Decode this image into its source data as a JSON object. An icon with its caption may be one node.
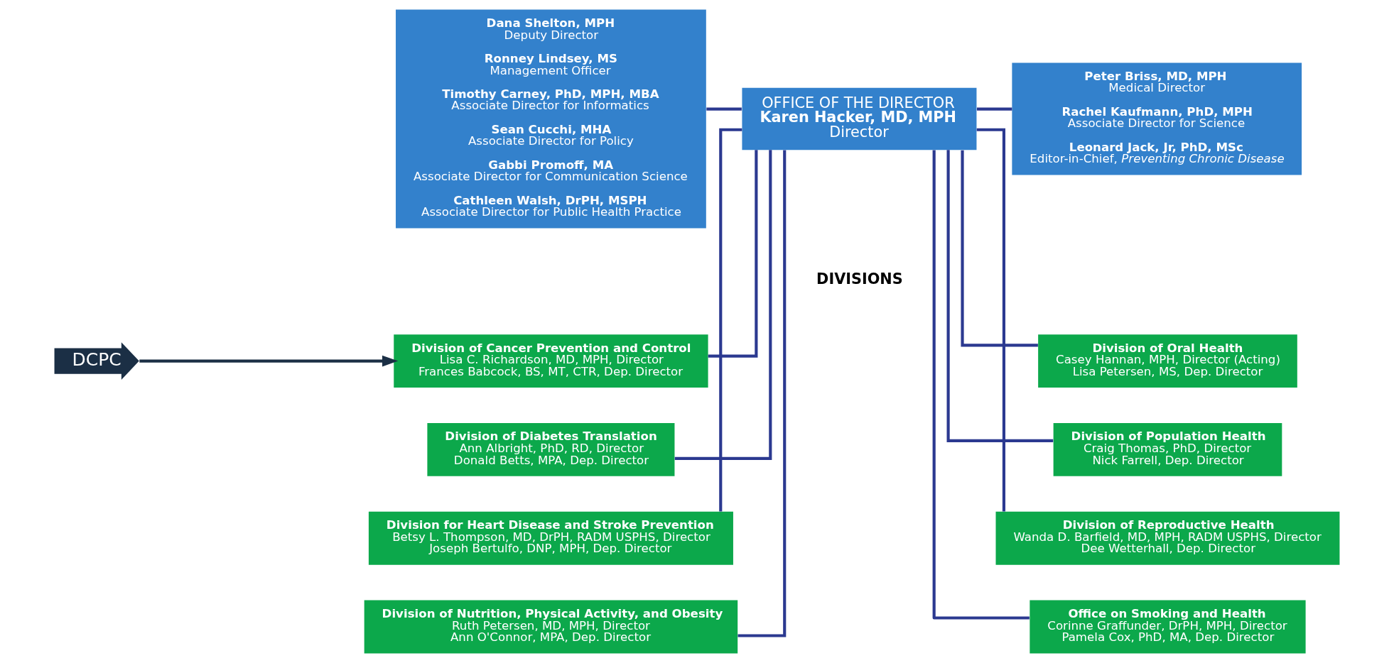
{
  "diagram": {
    "nodes": [
      {
        "text": [
          "Dana Shelton, MPH",
          "Deputy Director",
          "Ronney Lindsey, MS",
          "Management Officer",
          "Timothy Carney, PhD, MPH, MBA",
          "Associate Director for Informatics",
          "Sean Cucchi, MHA",
          "Associate Director for Policy",
          "Gabbi Promoff, MA",
          "Associate Director for Communication Science",
          "Cathleen Walsh, DrPH, MSPH",
          "Associate Director for Public Health Practice"
        ]
      },
      {
        "text": [
          "OFFICE OF THE DIRECTOR",
          "Karen Hacker, MD, MPH",
          "Director"
        ]
      },
      {
        "text": [
          "Peter Briss, MD, MPH",
          "Medical Director",
          "Rachel Kaufmann, PhD, MPH",
          "Associate Director for Science",
          "Leonard Jack, Jr, PhD, MSc",
          "Editor-in-Chief, *Preventing Chronic Disease*"
        ]
      },
      {
        "text": [
          "DCPC"
        ]
      },
      {
        "text": [
          "Division of Cancer Prevention and Control",
          "Lisa C. Richardson, MD, MPH, Director",
          "Frances Babcock, BS, MT, CTR, Dep. Director"
        ]
      },
      {
        "text": [
          "Division of Diabetes Translation",
          "Ann Albright, PhD, RD, Director",
          "Donald Betts, MPA, Dep. Director"
        ]
      },
      {
        "text": [
          "Division for Heart Disease and Stroke Prevention",
          "Betsy L. Thompson, MD, DrPH, RADM USPHS, Director",
          "Joseph Bertulfo, DNP, MPH, Dep. Director"
        ]
      },
      {
        "text": [
          "Division of Nutrition, Physical Activity, and Obesity",
          "Ruth Petersen, MD, MPH, Director",
          "Ann O'Connor, MPA, Dep. Director"
        ]
      },
      {
        "text": [
          "Division of Oral Health",
          "Casey Hannan, MPH, Director (Acting)",
          "Lisa Petersen, MS, Dep. Director"
        ]
      },
      {
        "text": [
          "Division of Population Health",
          "Craig Thomas, PhD, Director",
          "Nick Farrell, Dep. Director"
        ]
      },
      {
        "text": [
          "Division of Reproductive Health",
          "Wanda D. Barfield, MD, MPH, RADM USPHS, Director",
          "Dee Wetterhall, Dep. Director"
        ]
      },
      {
        "text": [
          "Office on Smoking and Health",
          "Corinne Graffunder, DrPH, MPH, Director",
          "Pamela Cox, PhD, MA, Dep. Director"
        ]
      }
    ],
    "edges": [
      {
        "from": 0,
        "to": 1,
        "arrow": "none"
      },
      {
        "from": 1,
        "to": 2,
        "arrow": "none"
      },
      {
        "from": 3,
        "to": 4,
        "arrow": "to"
      },
      {
        "from": 1,
        "to": 4,
        "arrow": "none"
      },
      {
        "from": 1,
        "to": 5,
        "arrow": "none"
      },
      {
        "from": 1,
        "to": 6,
        "arrow": "none"
      },
      {
        "from": 1,
        "to": 7,
        "arrow": "none"
      },
      {
        "from": 1,
        "to": 8,
        "arrow": "none"
      },
      {
        "from": 1,
        "to": 9,
        "arrow": "none"
      },
      {
        "from": 1,
        "to": 10,
        "arrow": "none"
      },
      {
        "from": 1,
        "to": 11,
        "arrow": "none"
      }
    ],
    "labels": [
      "DIVISIONS"
    ]
  }
}
